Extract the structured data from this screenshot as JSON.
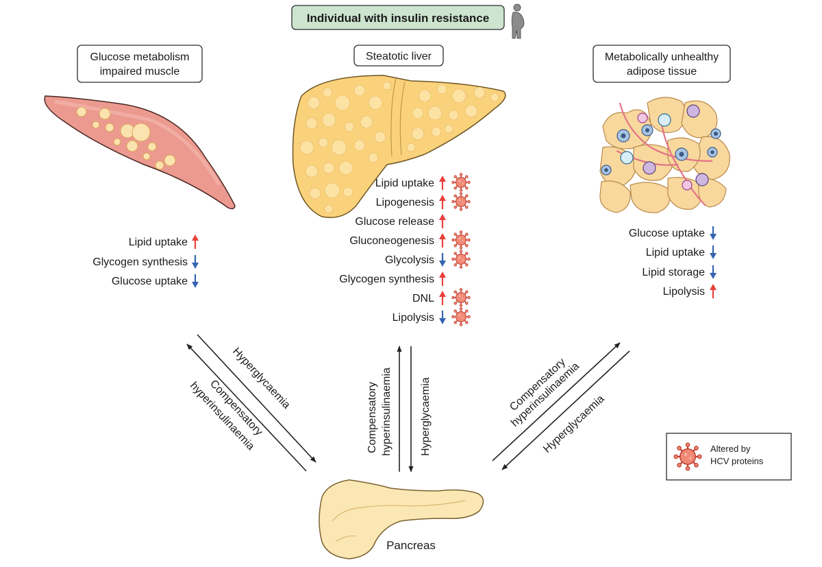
{
  "title": "Individual with insulin resistance",
  "muscle": {
    "label_line1": "Glucose metabolism",
    "label_line2": "impaired muscle",
    "effects": [
      {
        "label": "Lipid uptake",
        "direction": "up",
        "hcv": false
      },
      {
        "label": "Glycogen synthesis",
        "direction": "down",
        "hcv": false
      },
      {
        "label": "Glucose uptake",
        "direction": "down",
        "hcv": false
      }
    ]
  },
  "liver": {
    "label": "Steatotic liver",
    "effects": [
      {
        "label": "Lipid uptake",
        "direction": "up",
        "hcv": true
      },
      {
        "label": "Lipogenesis",
        "direction": "up",
        "hcv": true
      },
      {
        "label": "Glucose release",
        "direction": "up",
        "hcv": false
      },
      {
        "label": "Gluconeogenesis",
        "direction": "up",
        "hcv": true
      },
      {
        "label": "Glycolysis",
        "direction": "down",
        "hcv": true
      },
      {
        "label": "Glycogen synthesis",
        "direction": "up",
        "hcv": false
      },
      {
        "label": "DNL",
        "direction": "up",
        "hcv": true
      },
      {
        "label": "Lipolysis",
        "direction": "down",
        "hcv": true
      }
    ]
  },
  "adipose": {
    "label_line1": "Metabolically unhealthy",
    "label_line2": "adipose tissue",
    "effects": [
      {
        "label": "Glucose uptake",
        "direction": "down",
        "hcv": false
      },
      {
        "label": "Lipid uptake",
        "direction": "down",
        "hcv": false
      },
      {
        "label": "Lipid storage",
        "direction": "down",
        "hcv": false
      },
      {
        "label": "Lipolysis",
        "direction": "up",
        "hcv": false
      }
    ]
  },
  "pancreas": {
    "label": "Pancreas"
  },
  "arrows": {
    "hyperglycaemia": "Hyperglycaemia",
    "compensatory": "Compensatory",
    "hyperinsulinaemia": "hyperinsulinaemia"
  },
  "legend": {
    "line1": "Altered by",
    "line2": "HCV proteins"
  },
  "colors": {
    "up": "#e8413a",
    "down": "#3464b0",
    "title_bg": "#cde4cf",
    "virus": "#f08a76"
  }
}
